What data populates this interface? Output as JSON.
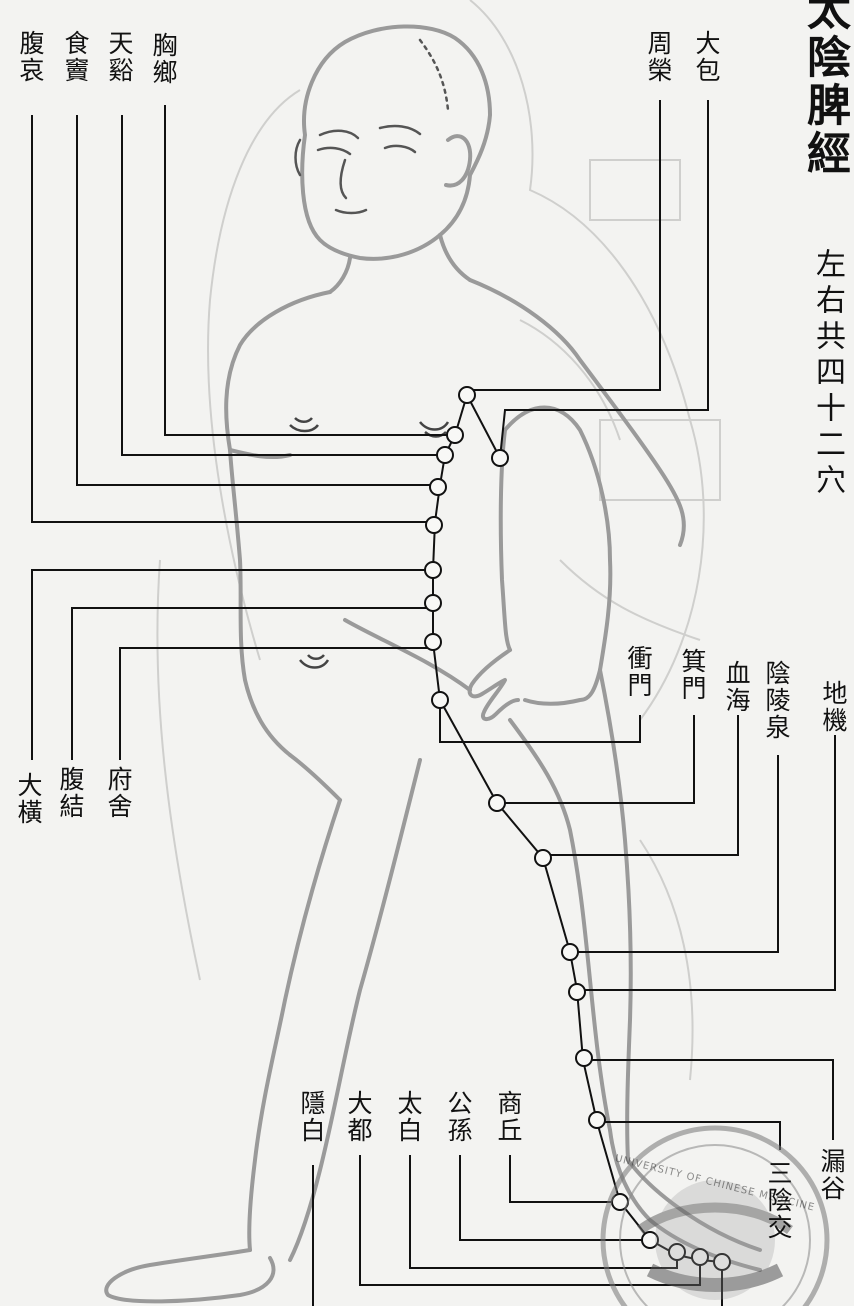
{
  "title": "太陰脾經",
  "subtitle": "左右共四十二穴",
  "labels": {
    "fuai": "腹哀",
    "shidou": "食竇",
    "tianxi": "天谿",
    "xiongxiang": "胸鄉",
    "zhourong": "周榮",
    "dabao": "大包",
    "daheng": "大橫",
    "fujie": "腹結",
    "fushe": "府舍",
    "chongmen": "衝門",
    "jimen": "箕門",
    "xuehai": "血海",
    "yinlingquan": "陰陵泉",
    "diji": "地機",
    "yinbai": "隱白",
    "dadu": "大都",
    "taibai": "太白",
    "gongsun": "公孫",
    "shangqiu": "商丘",
    "sanyinjiao": "三陰交",
    "lougu": "漏谷"
  },
  "stamp": {
    "text": "UNIVERSITY OF CHINESE MEDICINE"
  },
  "colors": {
    "paper": "#f3f3f1",
    "ink": "#111111",
    "figure": "#9a9a9a",
    "ghost": "#c9c9c7"
  }
}
